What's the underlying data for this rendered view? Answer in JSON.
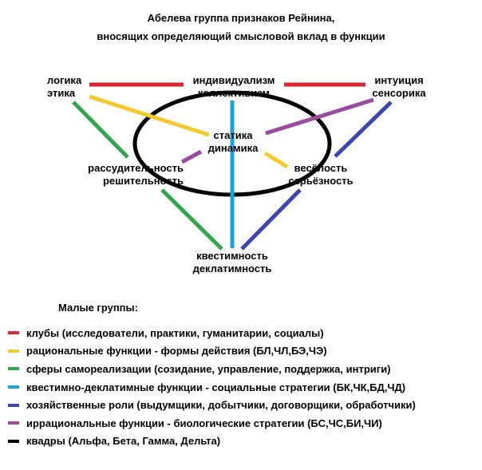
{
  "title": {
    "line1": "Абелева группа признаков Рейнина,",
    "line2": "вносящих определяющий смысловой вклад в функции"
  },
  "nodes": {
    "logic_ethics": [
      "логика",
      "этика"
    ],
    "indiv_collect": [
      "индивидуализм",
      "коллективизм"
    ],
    "intuition_sensing": [
      "интуиция",
      "сенсорика"
    ],
    "statics_dynamics": [
      "статика",
      "динамика"
    ],
    "judicious_decisive": [
      "рассудительность",
      "решительность"
    ],
    "merry_serious": [
      "весёлость",
      "серьёзность"
    ],
    "quest_declat": [
      "квестимность",
      "деклатимность"
    ]
  },
  "colors": {
    "red": "#d9262f",
    "yellow": "#f4c92d",
    "green": "#2ea84a",
    "blue_light": "#1ba3dc",
    "blue_dark": "#3b46b1",
    "purple": "#9a4b9f",
    "black": "#000000"
  },
  "legend": {
    "title": "Малые группы:",
    "items": [
      {
        "color": "#d9262f",
        "text": "клубы (исследователи, практики, гуманитарии, социалы)"
      },
      {
        "color": "#f4c92d",
        "text": "рациональные функции - формы действия (БЛ,ЧЛ,БЭ,ЧЭ)"
      },
      {
        "color": "#2ea84a",
        "text": "сферы самореализации (созидание, управление, поддержка, интриги)"
      },
      {
        "color": "#1ba3dc",
        "text": "квестимно-деклатимные функции - социальные стратегии (БК,ЧК,БД,ЧД)"
      },
      {
        "color": "#3b46b1",
        "text": "хозяйственные роли (выдумщики, добытчики, договорщики, обработчики)"
      },
      {
        "color": "#9a4b9f",
        "text": "иррациональные функции - биологические стратегии (БС,ЧС,БИ,ЧИ)"
      },
      {
        "color": "#000000",
        "text": "квадры (Альфа, Бета, Гамма, Дельта)"
      }
    ]
  }
}
